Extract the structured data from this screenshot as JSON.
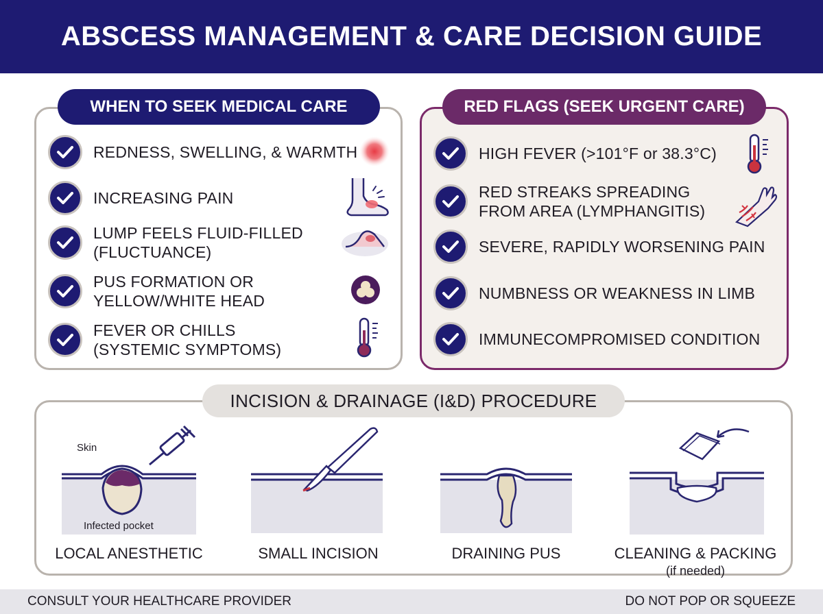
{
  "header": {
    "title": "ABSCESS MANAGEMENT & CARE DECISION GUIDE"
  },
  "seek_care": {
    "title": "WHEN TO SEEK MEDICAL CARE",
    "items": [
      {
        "line1": "REDNESS, SWELLING, & WARMTH",
        "line2": "",
        "icon": "inflammation-icon"
      },
      {
        "line1": "INCREASING PAIN",
        "line2": "",
        "icon": "painful-foot-icon"
      },
      {
        "line1": "LUMP FEELS FLUID-FILLED",
        "line2": "(FLUCTUANCE)",
        "icon": "fluid-lump-icon"
      },
      {
        "line1": "PUS FORMATION OR",
        "line2": "YELLOW/WHITE HEAD",
        "icon": "pus-head-icon"
      },
      {
        "line1": "FEVER OR CHILLS",
        "line2": "(SYSTEMIC SYMPTOMS)",
        "icon": "thermometer-icon"
      }
    ]
  },
  "red_flags": {
    "title": "RED FLAGS (SEEK URGENT CARE)",
    "items": [
      {
        "line1": "HIGH FEVER (>101°F or 38.3°C)",
        "line2": "",
        "icon": "thermometer-icon"
      },
      {
        "line1": "RED STREAKS SPREADING",
        "line2": "FROM AREA (LYMPHANGITIS)",
        "icon": "red-streaks-arm-icon"
      },
      {
        "line1": "SEVERE, RAPIDLY WORSENING PAIN",
        "line2": ""
      },
      {
        "line1": "NUMBNESS OR WEAKNESS IN LIMB",
        "line2": ""
      },
      {
        "line1": "IMMUNECOMPROMISED CONDITION",
        "line2": ""
      }
    ]
  },
  "procedure": {
    "title": "INCISION & DRAINAGE (I&D) PROCEDURE",
    "skin_label": "Skin",
    "pocket_label": "Infected pocket",
    "steps": [
      {
        "label": "LOCAL ANESTHETIC",
        "sub": ""
      },
      {
        "label": "SMALL INCISION",
        "sub": ""
      },
      {
        "label": "DRAINING PUS",
        "sub": ""
      },
      {
        "label": "CLEANING & PACKING",
        "sub": "(if needed)"
      }
    ]
  },
  "footer": {
    "left": "CONSULT YOUR HEALTHCARE PROVIDER",
    "right": "DO NOT POP OR SQUEEZE"
  },
  "colors": {
    "navy": "#1e1b72",
    "plum": "#6b2a68",
    "red": "#e0404a"
  }
}
